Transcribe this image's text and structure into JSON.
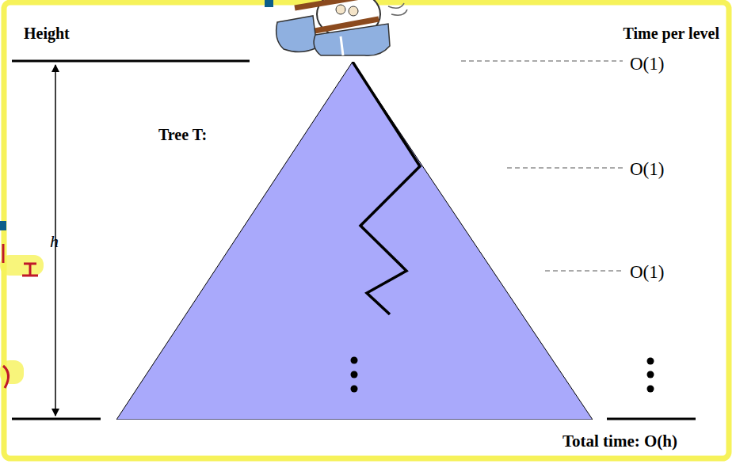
{
  "diagram": {
    "nodes": [
      {
        "text": [
          "Tree T:"
        ]
      }
    ],
    "labels": [
      "Height",
      "Time per level",
      "h",
      "O(1)",
      "O(1)",
      "O(1)",
      "Total time: O(h)"
    ]
  }
}
